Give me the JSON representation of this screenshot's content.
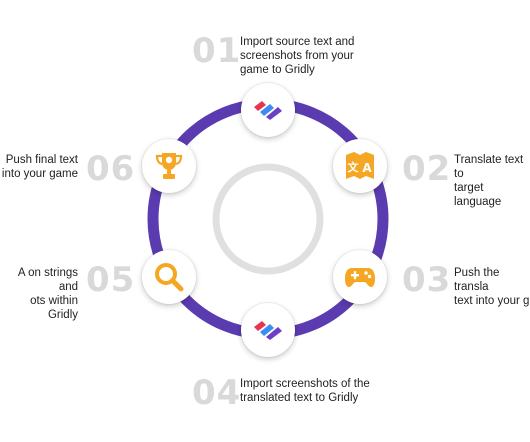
{
  "steps": [
    {
      "number": "01",
      "text": "Import source text and\nscreenshots from your\ngame to Gridly",
      "icon": "gridly-logo-icon"
    },
    {
      "number": "02",
      "text": "Translate text to\ntarget language",
      "icon": "translate-icon"
    },
    {
      "number": "03",
      "text": "Push the transla\ntext into your g",
      "icon": "gamepad-icon"
    },
    {
      "number": "04",
      "text": "Import screenshots of the\ntranslated text to Gridly",
      "icon": "gridly-logo-icon"
    },
    {
      "number": "05",
      "text": "A on strings and\nots within Gridly",
      "icon": "magnifier-icon"
    },
    {
      "number": "06",
      "text": "Push final text\ninto your game",
      "icon": "trophy-icon"
    }
  ],
  "colors": {
    "ring": "#5b3bb0",
    "inner_ring": "#e0e0e0",
    "icon_orange": "#f5a623",
    "number_gray": "#d9d9d9",
    "gridly_red": "#e8344e",
    "gridly_blue": "#3b8cf0",
    "gridly_purple": "#6c3fc9"
  }
}
